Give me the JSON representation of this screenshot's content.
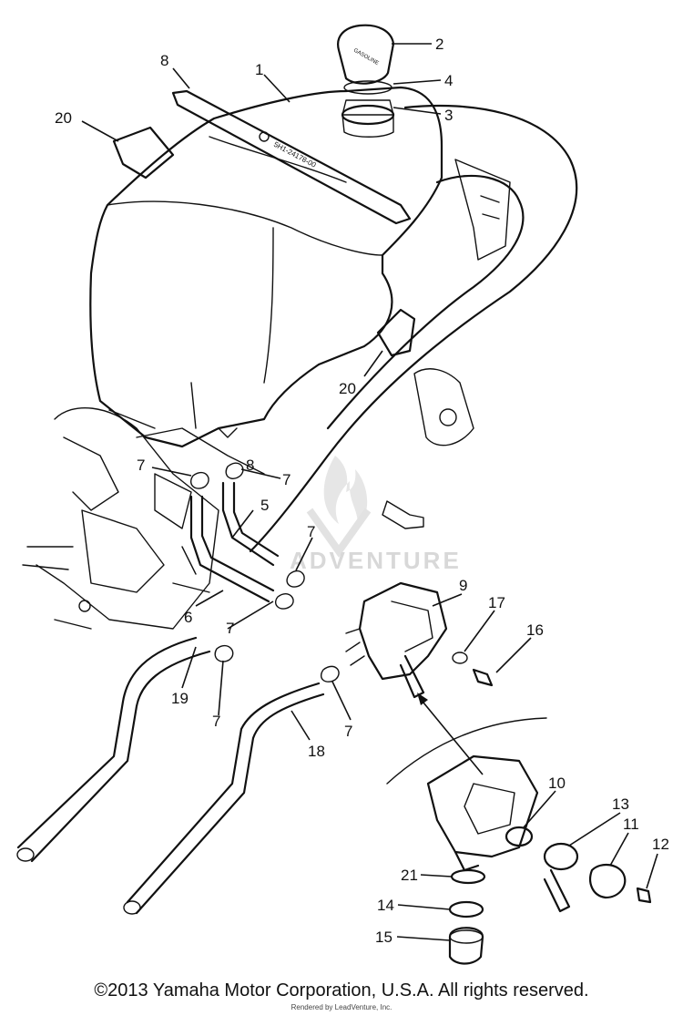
{
  "watermark": {
    "text": "ADVENTURE",
    "color": "#d8d8d8"
  },
  "tank_markings": {
    "cap_text": "GASOLINE",
    "strap_text": "5H1-24178-00"
  },
  "callouts": [
    "1",
    "2",
    "3",
    "4",
    "5",
    "6",
    "7",
    "8",
    "9",
    "10",
    "11",
    "12",
    "13",
    "14",
    "15",
    "16",
    "17",
    "18",
    "19",
    "20",
    "21"
  ],
  "footer": {
    "copyright": "©2013 Yamaha Motor Corporation, U.S.A. All rights reserved.",
    "rendered_by": "Rendered by LeadVenture, Inc."
  }
}
